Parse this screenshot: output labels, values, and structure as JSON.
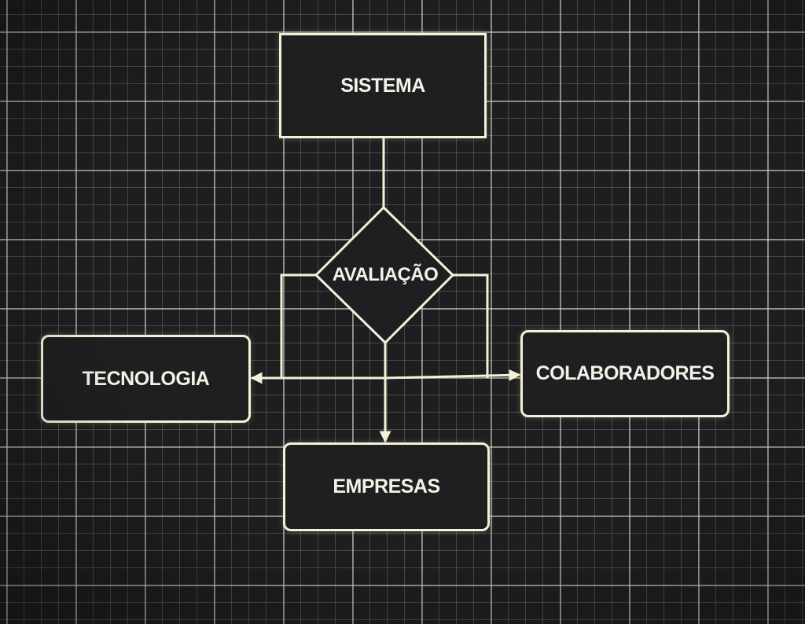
{
  "diagram": {
    "nodes": {
      "sistema": "SISTEMA",
      "avaliacao": "AVALIAÇÃO",
      "tecnologia": "TECNOLOGIA",
      "colaboradores": "COLABORADORES",
      "empresas": "EMPRESAS"
    },
    "edges": [
      {
        "from": "SISTEMA",
        "to": "AVALIAÇÃO"
      },
      {
        "from": "AVALIAÇÃO",
        "to": "TECNOLOGIA"
      },
      {
        "from": "AVALIAÇÃO",
        "to": "COLABORADORES"
      },
      {
        "from": "AVALIAÇÃO",
        "to": "EMPRESAS"
      }
    ]
  },
  "colors": {
    "background": "#1e1e20",
    "grid": "#d6d6cd",
    "stroke": "#f4f1d8",
    "text": "#f4f1e6",
    "node_fill": "#1f1f22"
  }
}
